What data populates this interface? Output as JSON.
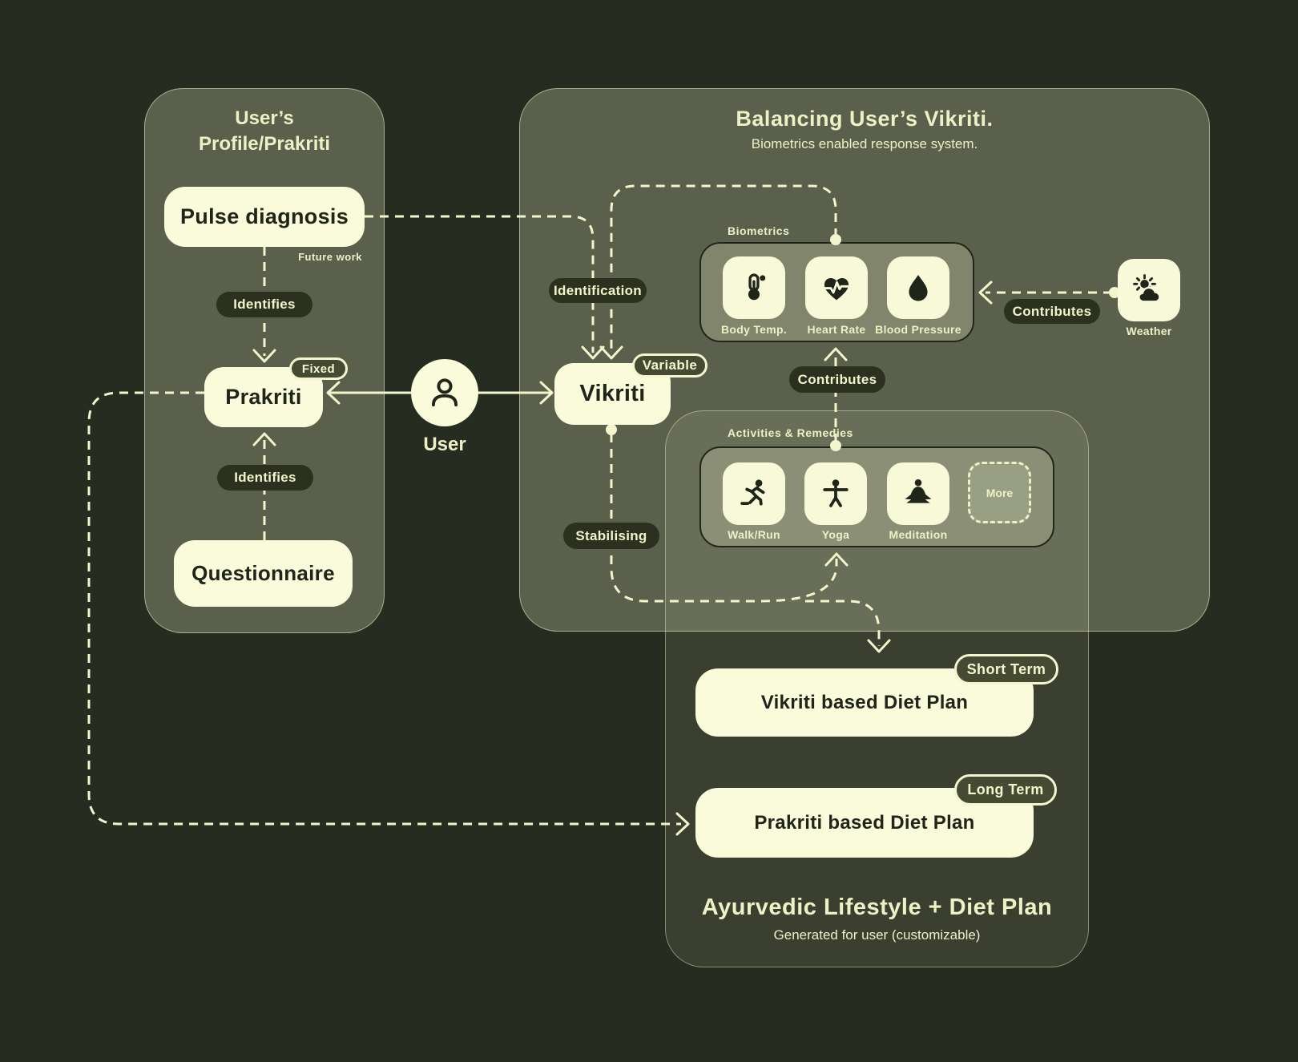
{
  "colors": {
    "background": "#272c20",
    "cream_node": "#fafbda",
    "connector": "#f3f5cd",
    "dark_text": "#20251a",
    "pill_bg": "#2c311f",
    "badge_bg": "#454b33",
    "light_text": "#eef0c6"
  },
  "left_panel": {
    "title_line1": "User’s",
    "title_line2": "Profile/Prakriti",
    "pulse_label": "Pulse diagnosis",
    "future_work": "Future work",
    "identifies_top": "Identifies",
    "prakriti_label": "Prakriti",
    "fixed_badge": "Fixed",
    "identifies_bottom": "Identifies",
    "questionnaire_label": "Questionnaire"
  },
  "user": {
    "label": "User"
  },
  "right_panel": {
    "title": "Balancing User’s Vikriti.",
    "subtitle": "Biometrics enabled response system.",
    "identification_label": "Identification",
    "vikriti_label": "Vikriti",
    "variable_badge": "Variable",
    "stabilising_label": "Stabilising",
    "contributes_mid_label": "Contributes",
    "contributes_weather_label": "Contributes",
    "biometrics": {
      "group_label": "Biometrics",
      "tiles": [
        {
          "label": "Body Temp.",
          "icon": "thermometer-icon"
        },
        {
          "label": "Heart Rate",
          "icon": "heart-rate-icon"
        },
        {
          "label": "Blood Pressure",
          "icon": "blood-drop-icon"
        }
      ]
    },
    "weather": {
      "label": "Weather",
      "icon": "sun-cloud-icon"
    },
    "activities": {
      "group_label": "Activities & Remedies",
      "tiles": [
        {
          "label": "Walk/Run",
          "icon": "running-icon"
        },
        {
          "label": "Yoga",
          "icon": "yoga-icon"
        },
        {
          "label": "Meditation",
          "icon": "meditation-icon"
        }
      ],
      "more_label": "More"
    }
  },
  "bottom_panel": {
    "short_term_badge": "Short Term",
    "vikriti_plan_label": "Vikriti based Diet Plan",
    "long_term_badge": "Long Term",
    "prakriti_plan_label": "Prakriti based Diet Plan",
    "title": "Ayurvedic Lifestyle + Diet Plan",
    "subtitle": "Generated for user (customizable)"
  }
}
